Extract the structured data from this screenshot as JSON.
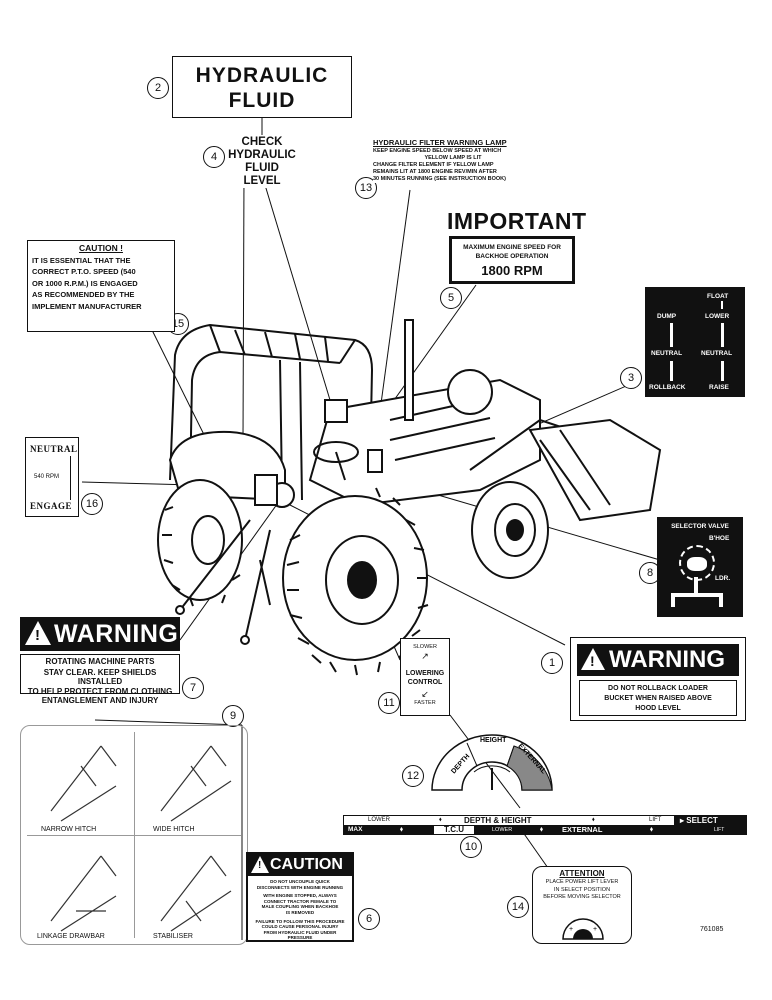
{
  "callouts": {
    "c1": "1",
    "c2": "2",
    "c3": "3",
    "c4": "4",
    "c5": "5",
    "c6": "6",
    "c7": "7",
    "c8": "8",
    "c9": "9",
    "c10": "10",
    "c11": "11",
    "c12": "12",
    "c13": "13",
    "c14": "14",
    "c15": "15",
    "c16": "16"
  },
  "decal_hydraulic_fluid": {
    "line1": "HYDRAULIC",
    "line2": "FLUID"
  },
  "decal_check_fluid": {
    "line1": "CHECK",
    "line2": "HYDRAULIC",
    "line3": "FLUID LEVEL"
  },
  "decal_filter_lamp": {
    "title": "HYDRAULIC FILTER WARNING LAMP",
    "line1": "KEEP ENGINE SPEED BELOW SPEED AT WHICH",
    "line2": "YELLOW LAMP IS LIT",
    "line3": "CHANGE FILTER ELEMENT IF YELLOW LAMP",
    "line4": "REMAINS LIT AT 1800 ENGINE REV/MIN AFTER",
    "line5": "30 MINUTES RUNNING (SEE INSTRUCTION BOOK)"
  },
  "decal_important": {
    "heading": "IMPORTANT",
    "line1": "MAXIMUM ENGINE SPEED FOR",
    "line2": "BACKHOE OPERATION",
    "rpm": "1800 RPM"
  },
  "decal_caution_pto": {
    "title": "CAUTION !",
    "line1": "IT IS ESSENTIAL THAT THE",
    "line2": "CORRECT P.T.O. SPEED (540",
    "line3": "OR 1000 R.P.M.) IS ENGAGED",
    "line4": "AS RECOMMENDED BY THE",
    "line5": "IMPLEMENT MANUFACTURER"
  },
  "decal_loader_control": {
    "float": "FLOAT",
    "dump": "DUMP",
    "lower": "LOWER",
    "neutral_left": "NEUTRAL",
    "neutral_right": "NEUTRAL",
    "rollback": "ROLLBACK",
    "raise": "RAISE"
  },
  "decal_pto_engage": {
    "neutral": "NEUTRAL",
    "rpm": "540 RPM",
    "engage": "ENGAGE"
  },
  "decal_selector_valve": {
    "title": "SELECTOR VALVE",
    "bhoe": "B'HOE",
    "ldr": "LDR."
  },
  "decal_warning_rotating": {
    "heading": "WARNING",
    "line1": "ROTATING MACHINE PARTS",
    "line2": "STAY CLEAR. KEEP SHIELDS INSTALLED",
    "line3": "TO HELP PROTECT FROM CLOTHING",
    "line4": "ENTANGLEMENT AND INJURY"
  },
  "decal_warning_rollback": {
    "heading": "WARNING",
    "line1": "DO NOT ROLLBACK LOADER",
    "line2": "BUCKET WHEN RAISED ABOVE",
    "line3": "HOOD LEVEL"
  },
  "decal_lowering": {
    "slower": "SLOWER",
    "line1": "LOWERING",
    "line2": "CONTROL",
    "faster": "FASTER"
  },
  "decal_depth_height": {
    "depth": "DEPTH",
    "height": "HEIGHT",
    "external": "EXTERNAL"
  },
  "decal_tcu": {
    "lower_top": "LOWER",
    "depth_height": "DEPTH & HEIGHT",
    "lift_top": "LIFT",
    "select": "SELECT",
    "max": "MAX",
    "tcu": "T.C.U",
    "lower_bottom": "LOWER",
    "external": "EXTERNAL",
    "lift_bottom": "LIFT"
  },
  "decal_hitch": {
    "narrow": "NARROW HITCH",
    "wide": "WIDE HITCH",
    "drawbar": "LINKAGE DRAWBAR",
    "stabiliser": "STABILISER"
  },
  "decal_caution_coupler": {
    "heading": "CAUTION",
    "line1": "DO NOT UNCOUPLE QUICK",
    "line2": "DISCONNECTS WITH ENGINE RUNNING",
    "line3": "WITH ENGINE STOPPED, ALWAYS",
    "line4": "CONNECT TRACTOR FEMALE TO",
    "line5": "MALE COUPLING WHEN BACKHOE",
    "line6": "IS REMOVED",
    "line7": "FAILURE TO FOLLOW THIS PROCEDURE",
    "line8": "COULD CAUSE PERSONAL INJURY",
    "line9": "FROM HYDRAULIC FLUID UNDER",
    "line10": "PRESSURE"
  },
  "decal_attention": {
    "heading": "ATTENTION",
    "line1": "PLACE POWER LIFT LEVER",
    "line2": "IN SELECT POSITION",
    "line3": "BEFORE MOVING SELECTOR"
  },
  "figure_number": "761085",
  "colors": {
    "ink": "#111111",
    "paper": "#ffffff",
    "gray": "#999999"
  }
}
